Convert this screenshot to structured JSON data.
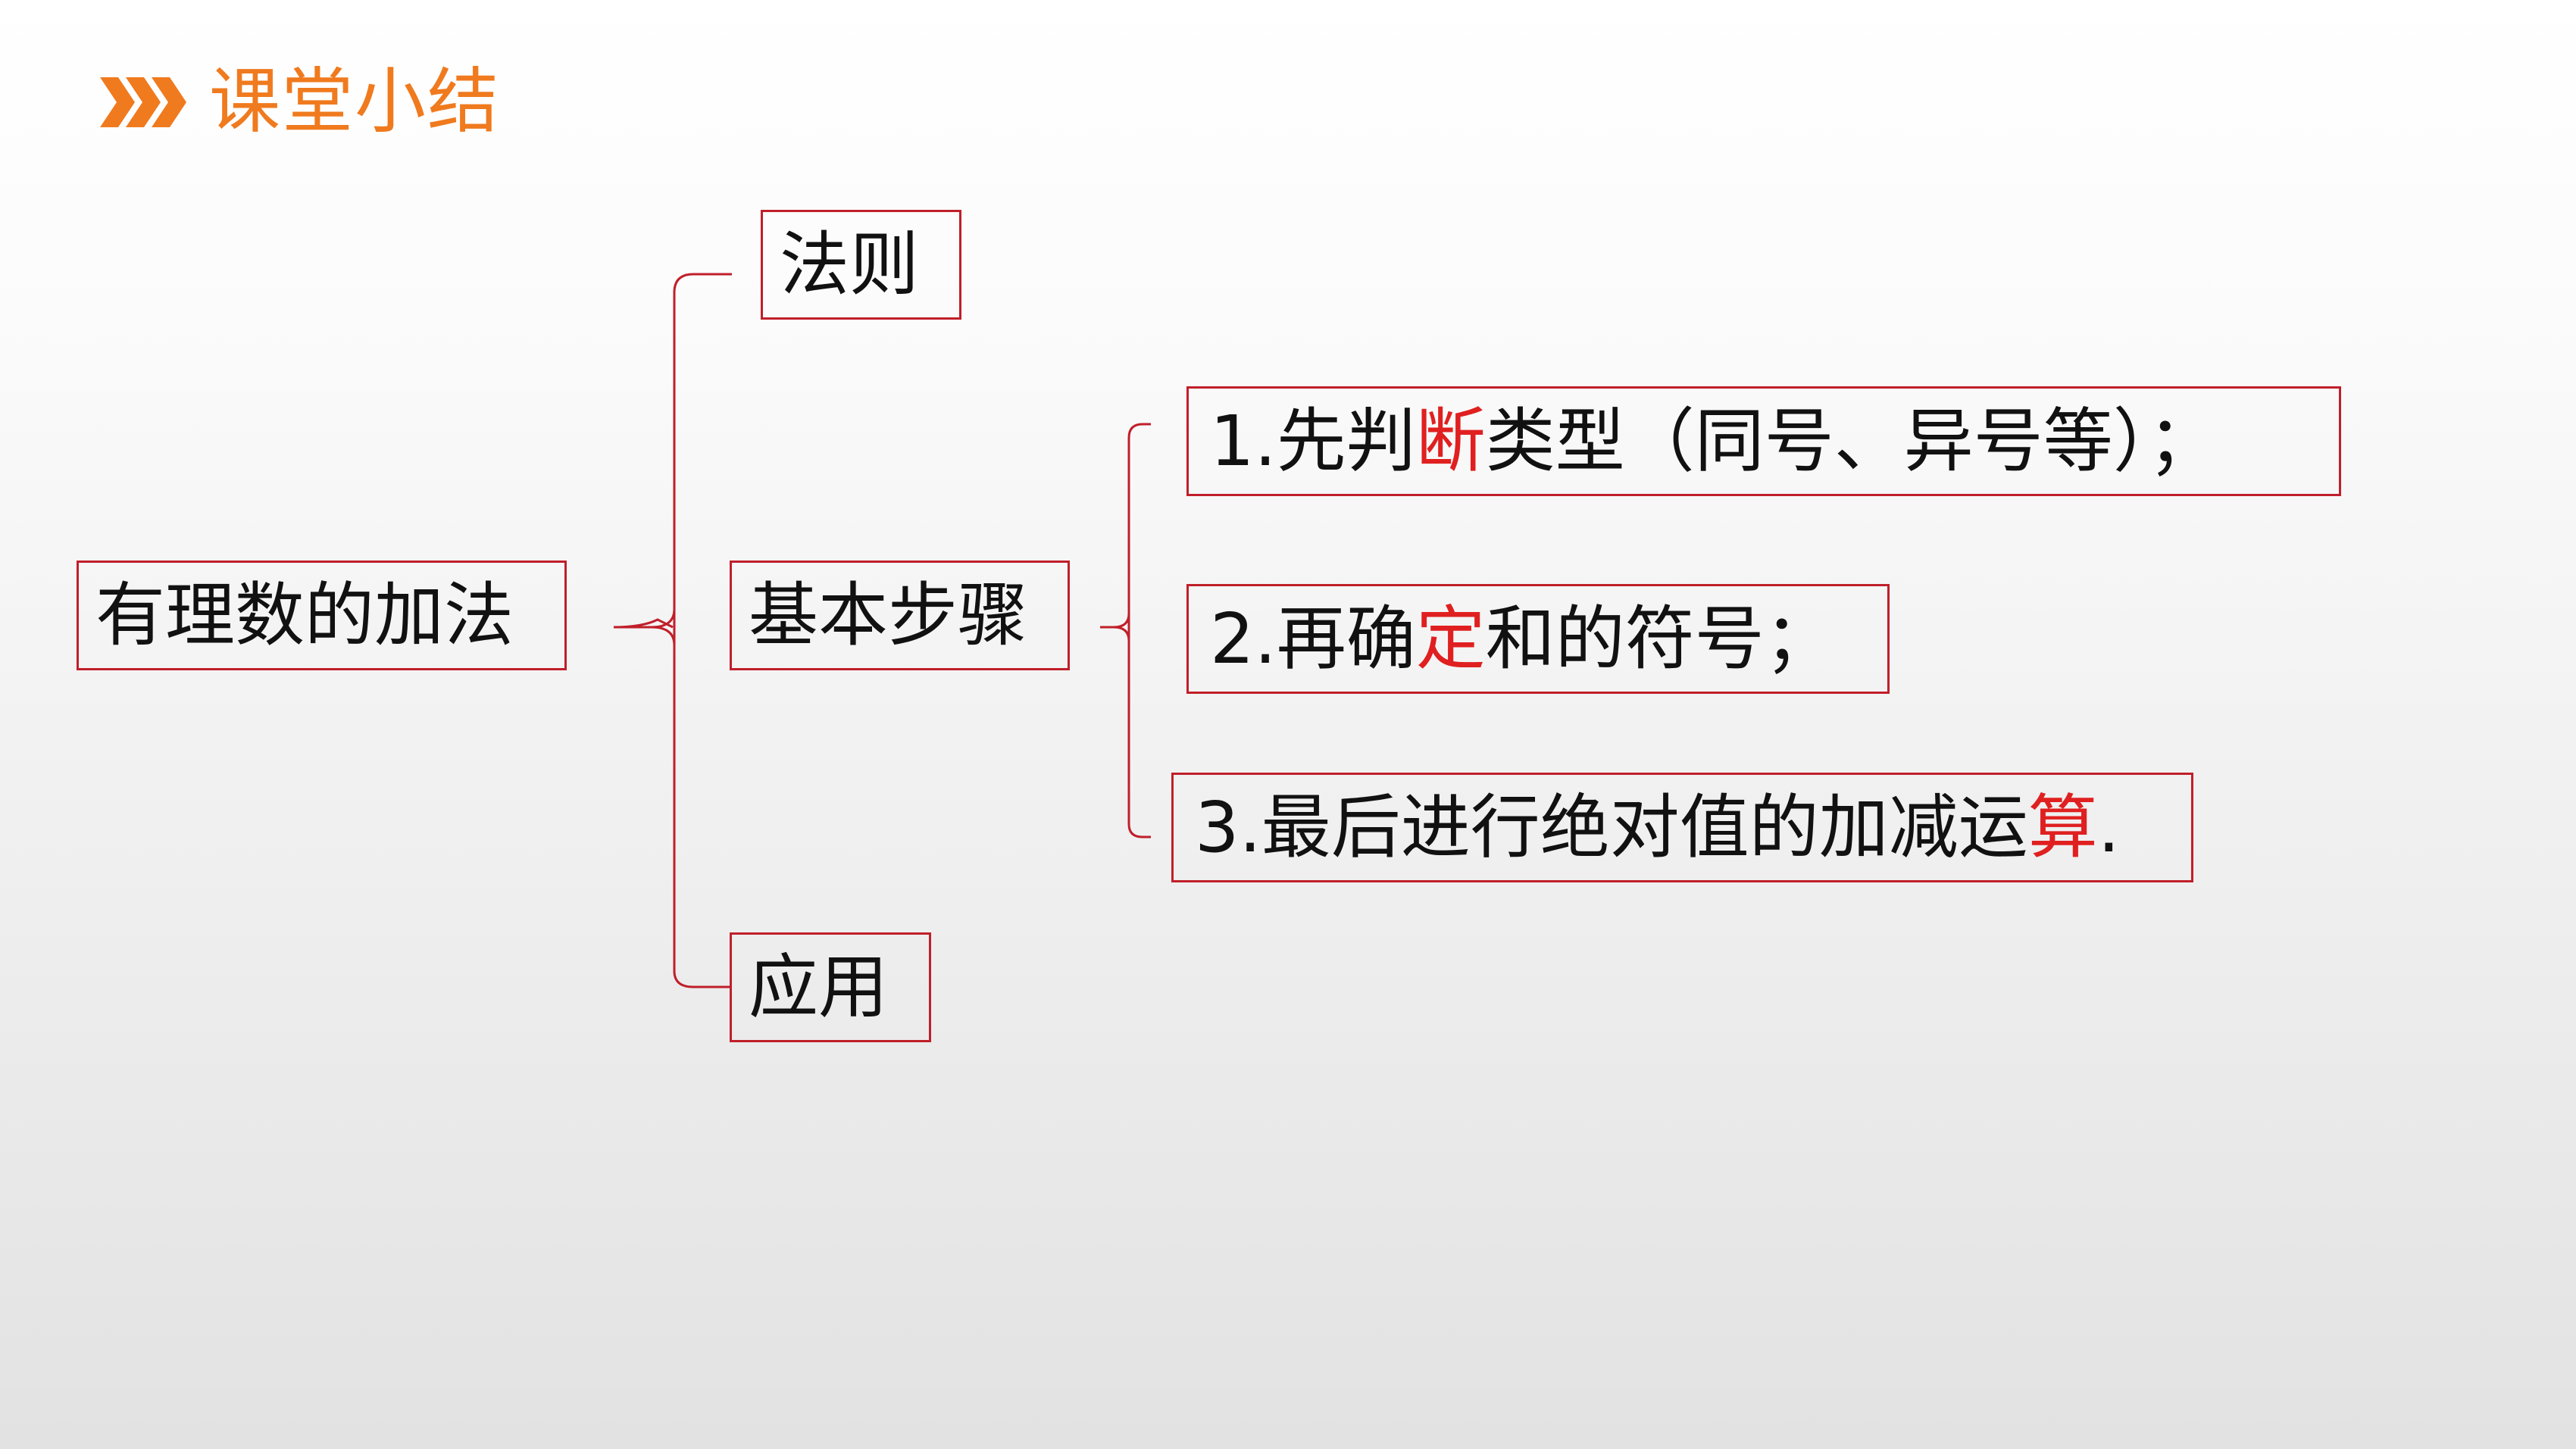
{
  "header": {
    "title": "课堂小结",
    "icon": "triple-chevron-right-icon",
    "accent_color": "#f07a1e"
  },
  "diagram": {
    "border_color": "#c01f2a",
    "highlight_color": "#e02020",
    "root": {
      "label": "有理数的加法"
    },
    "branches": {
      "rule": {
        "label": "法则"
      },
      "steps": {
        "label": "基本步骤"
      },
      "application": {
        "label": "应用"
      }
    },
    "steps": [
      {
        "prefix": "1.先判",
        "highlight": "断",
        "suffix": "类型（同号、异号等）；"
      },
      {
        "prefix": "2.再确",
        "highlight": "定",
        "suffix": "和的符号；"
      },
      {
        "prefix": "3.最后进行绝对值的加减运",
        "highlight": "算",
        "suffix": "."
      }
    ]
  }
}
